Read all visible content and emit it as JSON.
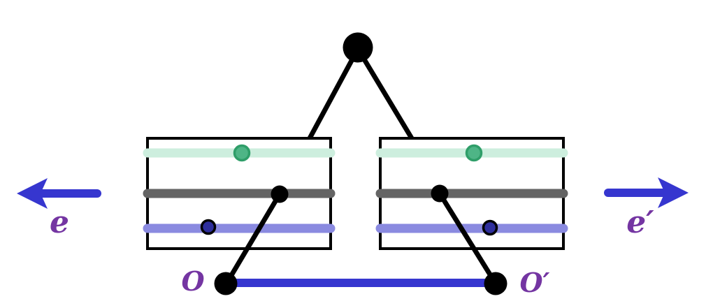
{
  "diagram": {
    "labels": {
      "left_arrow": "e",
      "right_arrow": "e′",
      "left_origin": "O",
      "right_origin": "O′"
    },
    "colors": {
      "black": "#000000",
      "white": "#ffffff",
      "blue": "#3636cf",
      "purple": "#7435a2",
      "mint": "#cdeede",
      "teal": "#4eb586",
      "teal_border": "#2f9e69",
      "gray": "#646464",
      "lavender": "#8a8ae0",
      "navy": "#2e2e9c"
    }
  }
}
